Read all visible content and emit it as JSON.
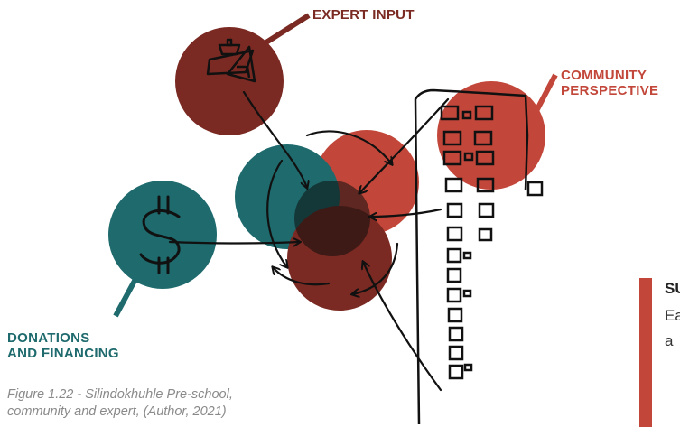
{
  "labels": {
    "expert": "EXPERT INPUT",
    "community_line1": "COMMUNITY",
    "community_line2": "PERSPECTIVE",
    "donations_line1": "DONATIONS",
    "donations_line2": "AND FINANCING"
  },
  "caption": {
    "line1": "Figure 1.22 - Silindokhuhle Pre-school,",
    "line2": "community and expert, (Author, 2021)"
  },
  "summary": {
    "title": "SU",
    "line1": "Ea",
    "line2": "a"
  },
  "colors": {
    "teal": "#1e6a6d",
    "dark_red": "#7a2a22",
    "red": "#c2473a",
    "ink": "#111111"
  },
  "icons": [
    "dollar-icon",
    "drafting-tools-icon",
    "building-icon"
  ]
}
